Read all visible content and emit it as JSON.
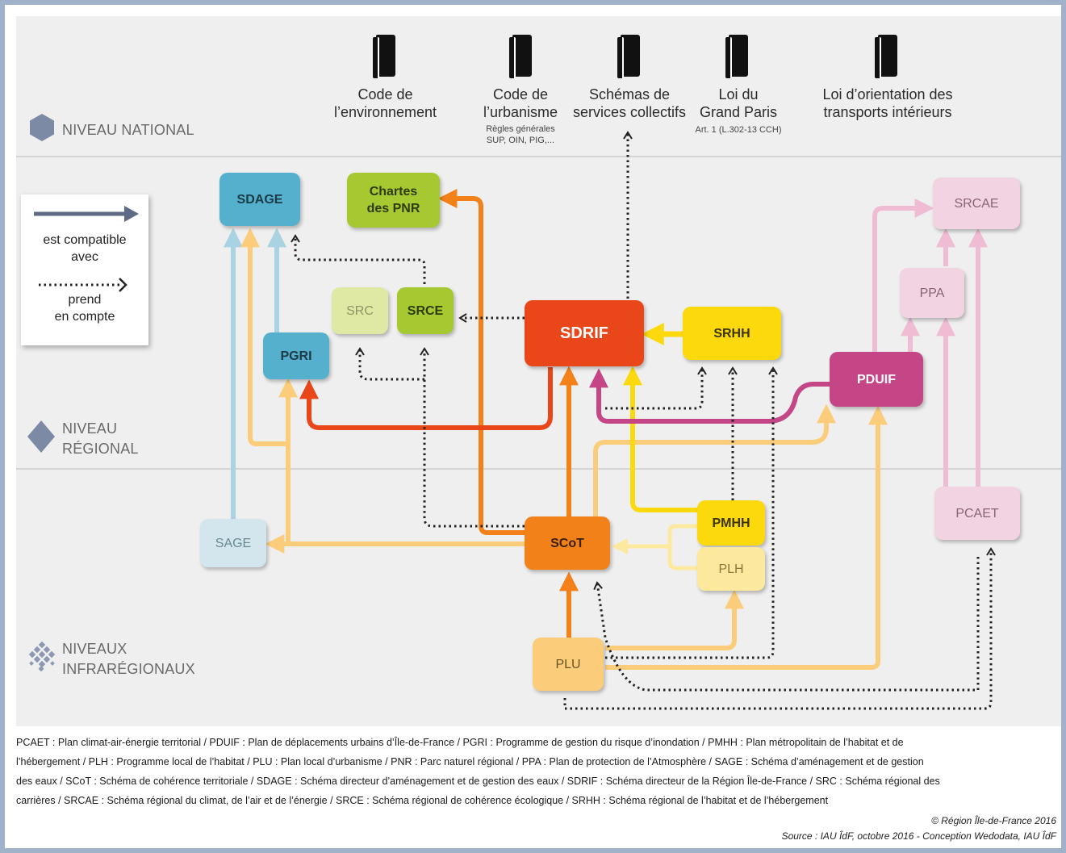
{
  "levels": {
    "national": "NIVEAU NATIONAL",
    "regional_line1": "NIVEAU",
    "regional_line2": "RÉGIONAL",
    "infra_line1": "NIVEAUX",
    "infra_line2": "INFRARÉGIONAUX"
  },
  "sources": [
    {
      "line1": "Code de",
      "line2": "l’environnement",
      "sub1": "",
      "sub2": ""
    },
    {
      "line1": "Code de",
      "line2": "l’urbanisme",
      "sub1": "Règles générales",
      "sub2": "SUP, OIN, PIG,..."
    },
    {
      "line1": "Schémas de",
      "line2": "services collectifs",
      "sub1": "",
      "sub2": ""
    },
    {
      "line1": "Loi du",
      "line2": "Grand Paris",
      "sub1": "Art. 1 (L.302-13 CCH)",
      "sub2": ""
    },
    {
      "line1": "Loi d’orientation des",
      "line2": "transports intérieurs",
      "sub1": "",
      "sub2": ""
    }
  ],
  "legend": {
    "solid_line1": "est compatible",
    "solid_line2": "avec",
    "dotted_line1": "prend",
    "dotted_line2": "en compte"
  },
  "boxes": {
    "sdage": "SDAGE",
    "chartes_line1": "Chartes",
    "chartes_line2": "des PNR",
    "src": "SRC",
    "srce": "SRCE",
    "pgri": "PGRI",
    "sdrif": "SDRIF",
    "srhh": "SRHH",
    "srcae": "SRCAE",
    "ppa": "PPA",
    "pduif": "PDUIF",
    "sage": "SAGE",
    "scot": "SCoT",
    "pmhh": "PMHH",
    "plh": "PLH",
    "pcaet": "PCAET",
    "plu": "PLU"
  },
  "colors": {
    "water": "#a9d3e2",
    "water_dark": "#54b0cc",
    "green": "#a6c831",
    "green_light": "#dfe9a4",
    "red": "#e9471a",
    "orange": "#f2811a",
    "yellow": "#fbd90c",
    "yellow_light": "#fde99d",
    "peach": "#fbcd7a",
    "magenta": "#c44686",
    "pink": "#efbcd4",
    "pink_light": "#f2d3e1"
  },
  "footer_lines": [
    "PCAET : Plan climat-air-énergie territorial / PDUIF : Plan de déplacements urbains d’Île-de-France / PGRI : Programme de gestion du risque d’inondation / PMHH : Plan métropolitain de l’habitat et de",
    "l’hébergement / PLH : Programme local de l’habitat / PLU : Plan local d’urbanisme / PNR : Parc naturel régional / PPA : Plan de protection de l’Atmosphère / SAGE : Schéma d’aménagement et de gestion",
    "des eaux / SCoT : Schéma de cohérence territoriale / SDAGE : Schéma directeur d’aménagement et de gestion des eaux / SDRIF : Schéma directeur de la Région Île-de-France / SRC : Schéma régional des",
    "carrières / SRCAE : Schéma régional du climat, de l’air et de l’énergie / SRCE : Schéma régional de cohérence écologique / SRHH : Schéma régional de l’habitat et de l’hébergement"
  ],
  "credits": {
    "line1": "© Région Île-de-France 2016",
    "line2": "Source : IAU ÎdF, octobre 2016 - Conception Wedodata, IAU ÎdF"
  }
}
